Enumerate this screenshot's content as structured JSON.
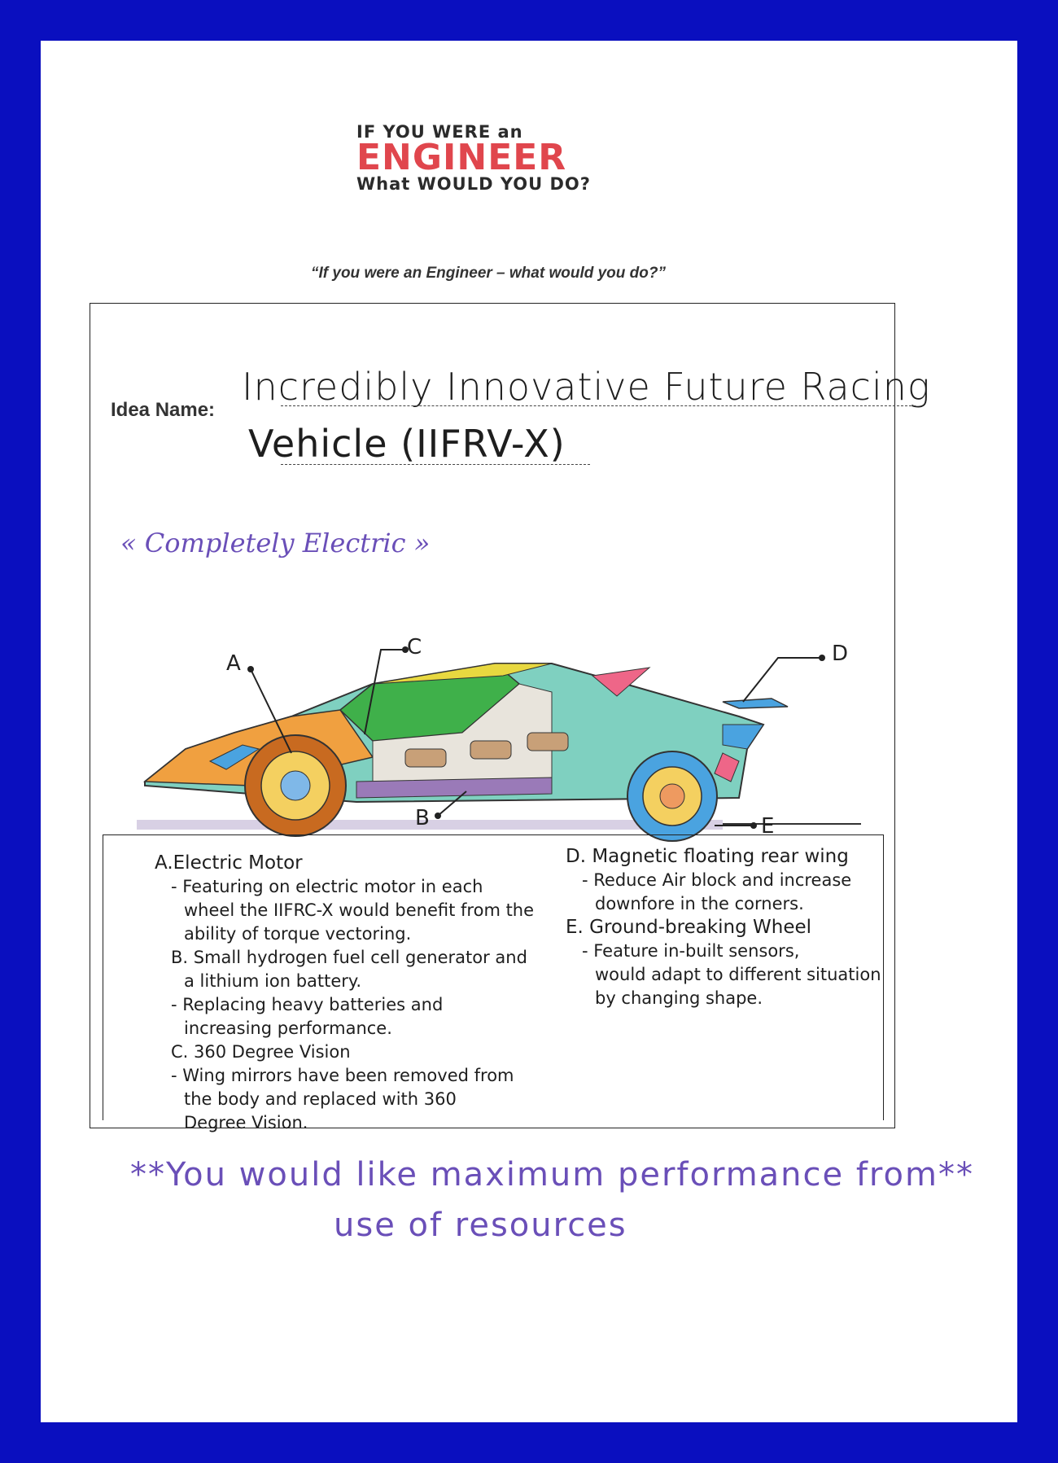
{
  "logo": {
    "line1": "IF YOU WERE an",
    "line2": "ENGINEER",
    "line3": "What WOULD YOU DO?"
  },
  "tagline": "“If you were an Engineer – what would you do?”",
  "idea": {
    "label": "Idea Name:",
    "title_line1": "Incredibly Innovative Future Racing",
    "title_line2": "Vehicle (IIFRV-X)"
  },
  "subtitle": "« Completely Electric »",
  "callouts": {
    "a": "A",
    "b": "B",
    "c": "C",
    "d": "D",
    "e": "E"
  },
  "notes_left": [
    {
      "text": "A.Electric Motor",
      "level": "h"
    },
    {
      "text": "- Featuring on electric motor in each",
      "level": "i"
    },
    {
      "text": "wheel the IIFRC-X would benefit from the",
      "level": "ii"
    },
    {
      "text": "ability of torque vectoring.",
      "level": "ii"
    },
    {
      "text": "B. Small hydrogen fuel cell generator and",
      "level": "i"
    },
    {
      "text": "a lithium ion battery.",
      "level": "ii"
    },
    {
      "text": "- Replacing heavy batteries and",
      "level": "i"
    },
    {
      "text": "increasing performance.",
      "level": "ii"
    },
    {
      "text": "C. 360 Degree Vision",
      "level": "i"
    },
    {
      "text": "- Wing mirrors have been removed from",
      "level": "i"
    },
    {
      "text": "the body and replaced with 360",
      "level": "ii"
    },
    {
      "text": "Degree Vision.",
      "level": "ii"
    }
  ],
  "notes_right": [
    {
      "text": "D. Magnetic floating rear wing",
      "level": "h"
    },
    {
      "text": "- Reduce Air block and increase",
      "level": "i"
    },
    {
      "text": "downfore in the corners.",
      "level": "ii"
    },
    {
      "text": "E. Ground-breaking Wheel",
      "level": "h"
    },
    {
      "text": "- Feature in-built sensors,",
      "level": "i"
    },
    {
      "text": "would adapt to different situation",
      "level": "ii"
    },
    {
      "text": "by changing shape.",
      "level": "ii"
    }
  ],
  "footer": {
    "line1": "**You would like maximum performance from**",
    "line2": "use of resources"
  },
  "colors": {
    "border": "#0a0fbf",
    "logo_red": "#e0464d",
    "handwriting_purple": "#6a4fb8"
  }
}
